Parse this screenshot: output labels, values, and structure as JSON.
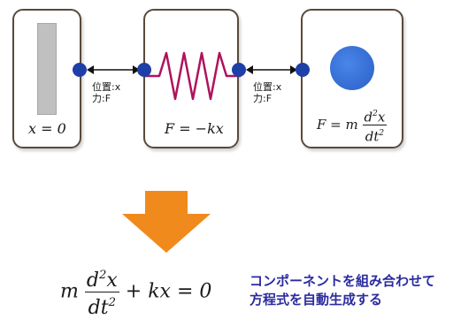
{
  "components": {
    "wall": {
      "equation": "x = 0"
    },
    "spring": {
      "equation": "F = −kx"
    },
    "mass": {
      "equation_lhs": "F = m",
      "frac_num_base": "d",
      "frac_num_exp": "2",
      "frac_num_var": "x",
      "frac_den_base": "dt",
      "frac_den_exp": "2"
    }
  },
  "connectors": [
    {
      "line1": "位置:x",
      "line2": "力:F"
    },
    {
      "line1": "位置:x",
      "line2": "力:F"
    }
  ],
  "result_equation": {
    "coef": "m",
    "frac_num_base": "d",
    "frac_num_exp": "2",
    "frac_num_var": "x",
    "frac_den_base": "dt",
    "frac_den_exp": "2",
    "rest": "+ kx = 0"
  },
  "caption": {
    "line1": "コンポーネントを組み合わせて",
    "line2": "方程式を自動生成する"
  },
  "colors": {
    "port": "#1e3ea8",
    "spring": "#b0125c",
    "mass": "#2f6fd8",
    "wall": "#c0c0c0",
    "arrow": "#f08a1c",
    "caption": "#2b2ba0"
  }
}
